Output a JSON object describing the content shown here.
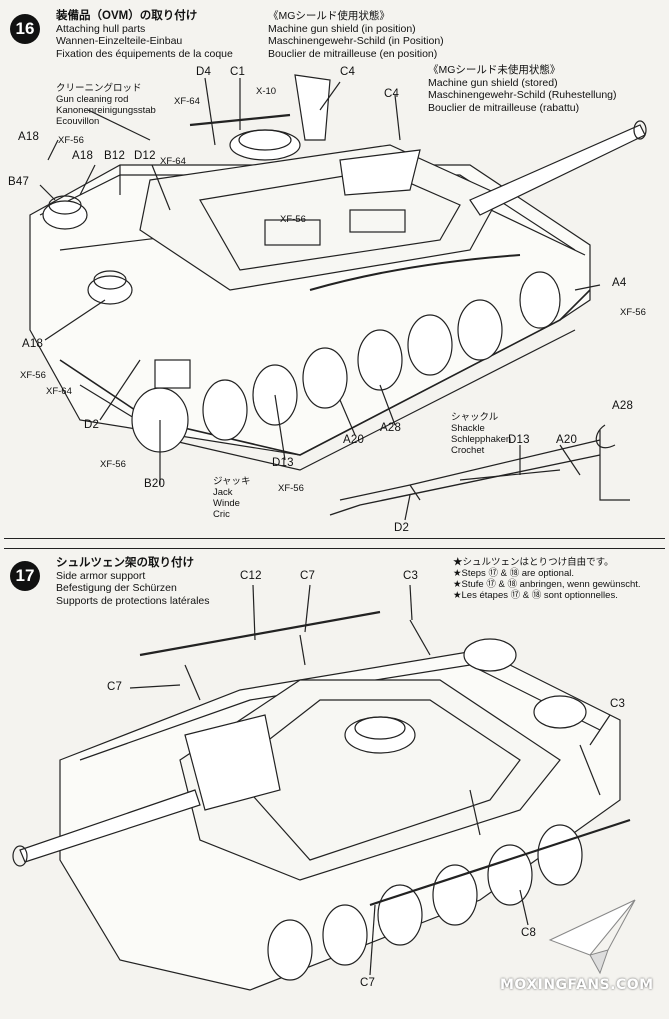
{
  "step16": {
    "number": "16",
    "title_jp": "装備品（OVM）の取り付け",
    "title_en": "Attaching hull parts",
    "title_de": "Wannen-Einzelteile-Einbau",
    "title_fr": "Fixation des équipements de la coque",
    "shield_in_position": {
      "jp": "《MGシールド使用状態》",
      "en": "Machine gun shield (in position)",
      "de": "Maschinengewehr-Schild (in Position)",
      "fr": "Bouclier de mitrailleuse (en position)"
    },
    "shield_stored": {
      "jp": "《MGシールド未使用状態》",
      "en": "Machine gun shield (stored)",
      "de": "Maschinengewehr-Schild (Ruhestellung)",
      "fr": "Bouclier de mitrailleuse (rabattu)"
    },
    "cleaning_rod": {
      "jp": "クリーニングロッド",
      "en": "Gun cleaning rod",
      "de": "Kanonenreinigungsstab",
      "fr": "Ecouvillon"
    },
    "shackle": {
      "jp": "シャックル",
      "en": "Shackle",
      "de": "Schlepphaken",
      "fr": "Crochet"
    },
    "jack": {
      "jp": "ジャッキ",
      "en": "Jack",
      "de": "Winde",
      "fr": "Cric"
    },
    "part_labels": {
      "d4": "D4",
      "c1": "C1",
      "c4_top": "C4",
      "c4_right": "C4",
      "a18_a": "A18",
      "a18_b": "A18",
      "b12": "B12",
      "d12": "D12",
      "b47": "B47",
      "a4": "A4",
      "a18_c": "A18",
      "d2": "D2",
      "b20": "B20",
      "d13": "D13",
      "a20": "A20",
      "a28": "A28",
      "inset_a28": "A28",
      "inset_d13": "D13",
      "inset_a20": "A20",
      "inset_d2": "D2"
    },
    "paint_labels": {
      "x10": "X-10",
      "xf64_a": "XF-64",
      "xf64_b": "XF-64",
      "xf56_a": "XF-56",
      "xf56_b": "XF-56",
      "xf56_c": "XF-56",
      "xf64_c": "XF-64",
      "xf56_d": "XF-56",
      "xf56_e": "XF-56",
      "xf56_f": "XF-56"
    }
  },
  "step17": {
    "number": "17",
    "title_jp": "シュルツェン架の取り付け",
    "title_en": "Side armor support",
    "title_de": "Befestigung der Schürzen",
    "title_fr": "Supports de protections latérales",
    "optional_note": {
      "jp": "★シュルツェンはとりつけ自由です。",
      "en": "★Steps ⑰ & ⑱ are optional.",
      "de": "★Stufe ⑰ & ⑱ anbringen, wenn gewünscht.",
      "fr": "★Les étapes ⑰ & ⑱ sont optionnelles."
    },
    "part_labels": {
      "c12": "C12",
      "c7_top": "C7",
      "c3_top": "C3",
      "c7_left": "C7",
      "c3_right": "C3",
      "c8": "C8",
      "c7_bottom": "C7"
    }
  },
  "watermark": {
    "text": "MOXINGFANS.COM"
  }
}
